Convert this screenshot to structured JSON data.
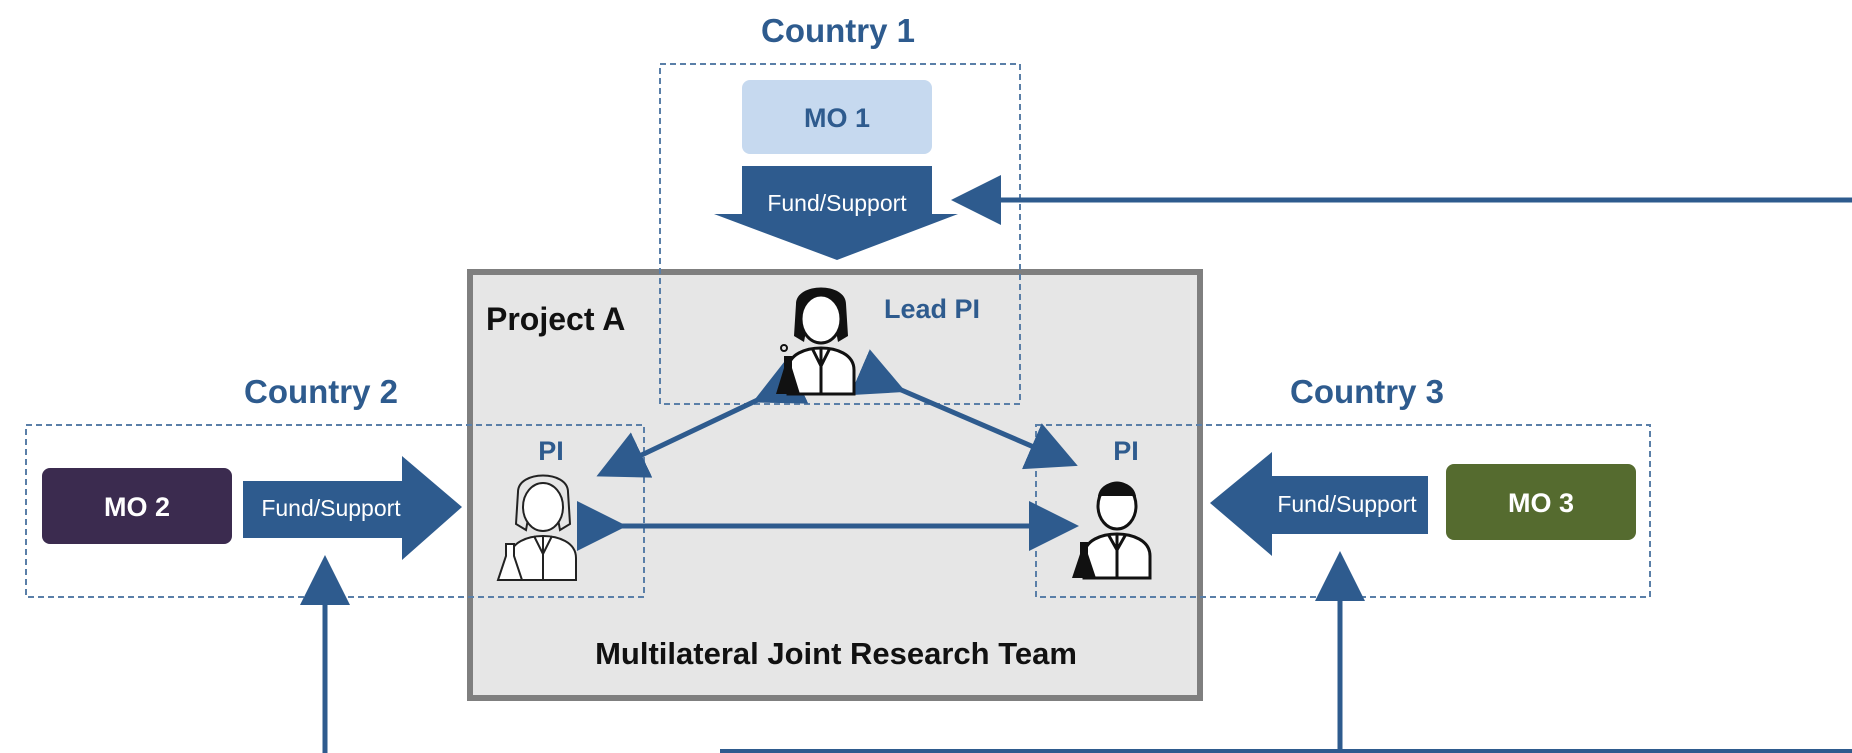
{
  "countries": {
    "c1": {
      "label": "Country 1"
    },
    "c2": {
      "label": "Country 2"
    },
    "c3": {
      "label": "Country 3"
    }
  },
  "organizations": {
    "mo1": {
      "label": "MO 1",
      "color": "#c6d9ef"
    },
    "mo2": {
      "label": "MO 2",
      "color": "#3b2b4f"
    },
    "mo3": {
      "label": "MO 3",
      "color": "#556b2f"
    }
  },
  "funding": {
    "label": "Fund/Support",
    "color": "#2e5b8e"
  },
  "project": {
    "title": "Project A",
    "team_label": "Multilateral Joint Research Team",
    "fill": "#e6e6e6",
    "border": "#7f7f7f"
  },
  "investigators": {
    "lead": {
      "label": "Lead PI"
    },
    "pi2": {
      "label": "PI"
    },
    "pi3": {
      "label": "PI"
    }
  },
  "icons": [
    "female-scientist-icon",
    "male-scientist-icon"
  ],
  "colors": {
    "accent": "#2e5b8e",
    "dashed_border": "#5a7fa8"
  }
}
